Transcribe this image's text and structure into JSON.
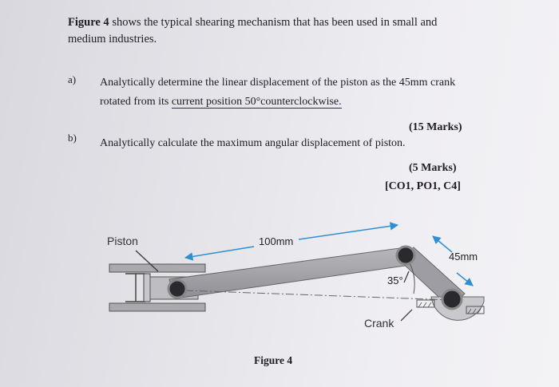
{
  "intro": {
    "figure_ref": "Figure 4",
    "line1_rest": " shows the typical shearing mechanism that has been used in small and",
    "line2": "medium industries."
  },
  "question_a": {
    "label": "a)",
    "line1": "Analytically determine the linear displacement of the piston as the 45mm crank",
    "line2_prefix": "rotated from its ",
    "line2_highlight": "current position 50°counterclockwise.",
    "marks": "(15 Marks)"
  },
  "question_b": {
    "label": "b)",
    "line1": "Analytically calculate the maximum angular displacement of piston.",
    "marks": "(5 Marks)",
    "codes": "[CO1, PO1, C4]"
  },
  "figure": {
    "label_piston": "Piston",
    "label_rod_length": "100mm",
    "label_crank_length": "45mm",
    "label_angle": "35°",
    "label_crank": "Crank",
    "caption": "Figure 4"
  }
}
